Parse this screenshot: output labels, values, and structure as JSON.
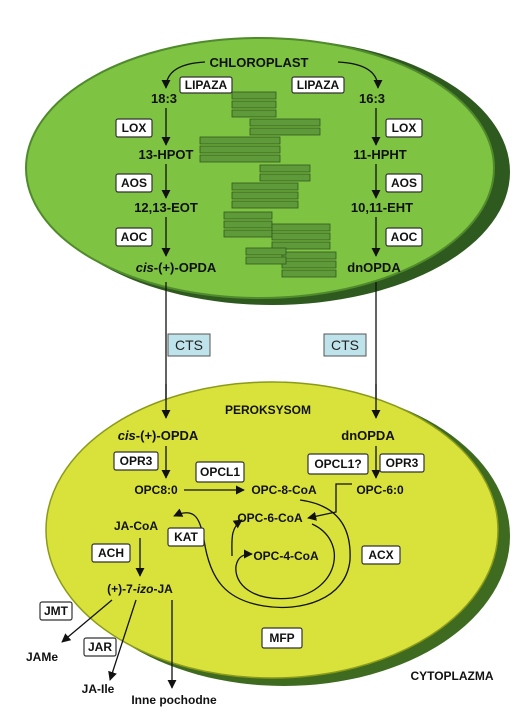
{
  "compartments": {
    "chloroplast": "CHLOROPLAST",
    "peroxisome": "PEROKSYSOM",
    "cytoplasm": "CYTOPLAZMA"
  },
  "colors": {
    "chloroplast_fill": "#7ec341",
    "chloroplast_shadow": "#2f5a1f",
    "peroxisome_fill": "#d9e23a",
    "peroxisome_shadow": "#3e6b20",
    "thylakoid": "#5f9a3a",
    "transporter": "#bfe3ea"
  },
  "chloroplast_pathway": {
    "left": {
      "substrate": "18:3",
      "steps": [
        {
          "enzyme": "LOX",
          "product": "13-HPOT"
        },
        {
          "enzyme": "AOS",
          "product": "12,13-EOT"
        },
        {
          "enzyme": "AOC",
          "product_prefix": "cis",
          "product_suffix": "-(+)-OPDA"
        }
      ]
    },
    "right": {
      "substrate": "16:3",
      "steps": [
        {
          "enzyme": "LOX",
          "product": "11-HPHT"
        },
        {
          "enzyme": "AOS",
          "product": "10,11-EHT"
        },
        {
          "enzyme": "AOC",
          "product": "dnOPDA"
        }
      ]
    },
    "lipase": "LIPAZA"
  },
  "transporter": "CTS",
  "peroxisome_pathway": {
    "opda_prefix": "cis",
    "opda_suffix": "-(+)-OPDA",
    "dnopda": "dnOPDA",
    "opr3": "OPR3",
    "opcl1": "OPCL1",
    "opcl1_q": "OPCL1?",
    "opc80": "OPC8:0",
    "opc8coa": "OPC-8-CoA",
    "opc60": "OPC-6:0",
    "opc6coa": "OPC-6-CoA",
    "opc4coa": "OPC-4-CoA",
    "jacoa": "JA-CoA",
    "kat": "KAT",
    "acx": "ACX",
    "mfp": "MFP",
    "ach": "ACH",
    "ja_1": "(+)-7-",
    "ja_2": "izo",
    "ja_3": "-JA"
  },
  "cytoplasm_products": {
    "jmt": "JMT",
    "jar": "JAR",
    "jame": "JAMe",
    "jaile": "JA-Ile",
    "inne": "Inne pochodne"
  }
}
